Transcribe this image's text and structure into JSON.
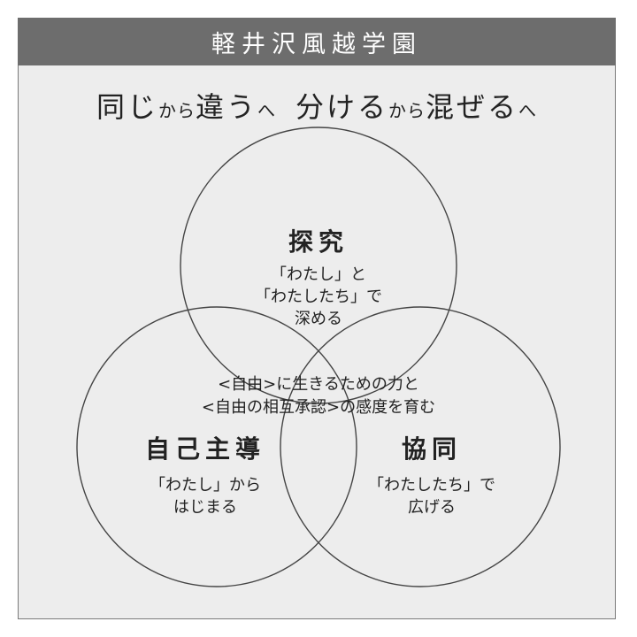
{
  "school_name": "軽井沢風越学園",
  "headline": {
    "part1": "同じ",
    "part1_small": "から",
    "part2": "違う",
    "part2_small": "へ",
    "part3": "分ける",
    "part3_small": "から",
    "part4": "混ぜる",
    "part4_small": "へ"
  },
  "circles": {
    "top": {
      "title": "探究",
      "desc_line1": "「わたし」と",
      "desc_line2": "「わたしたち」で",
      "desc_line3": "深める"
    },
    "left": {
      "title": "自己主導",
      "desc_line1": "「わたし」から",
      "desc_line2": "はじまる"
    },
    "right": {
      "title": "協同",
      "desc_line1": "「わたしたち」で",
      "desc_line2": "広げる"
    }
  },
  "center": {
    "line1": "<自由>に生きるための力と",
    "line2": "<自由の相互承認>の感度を育む"
  }
}
